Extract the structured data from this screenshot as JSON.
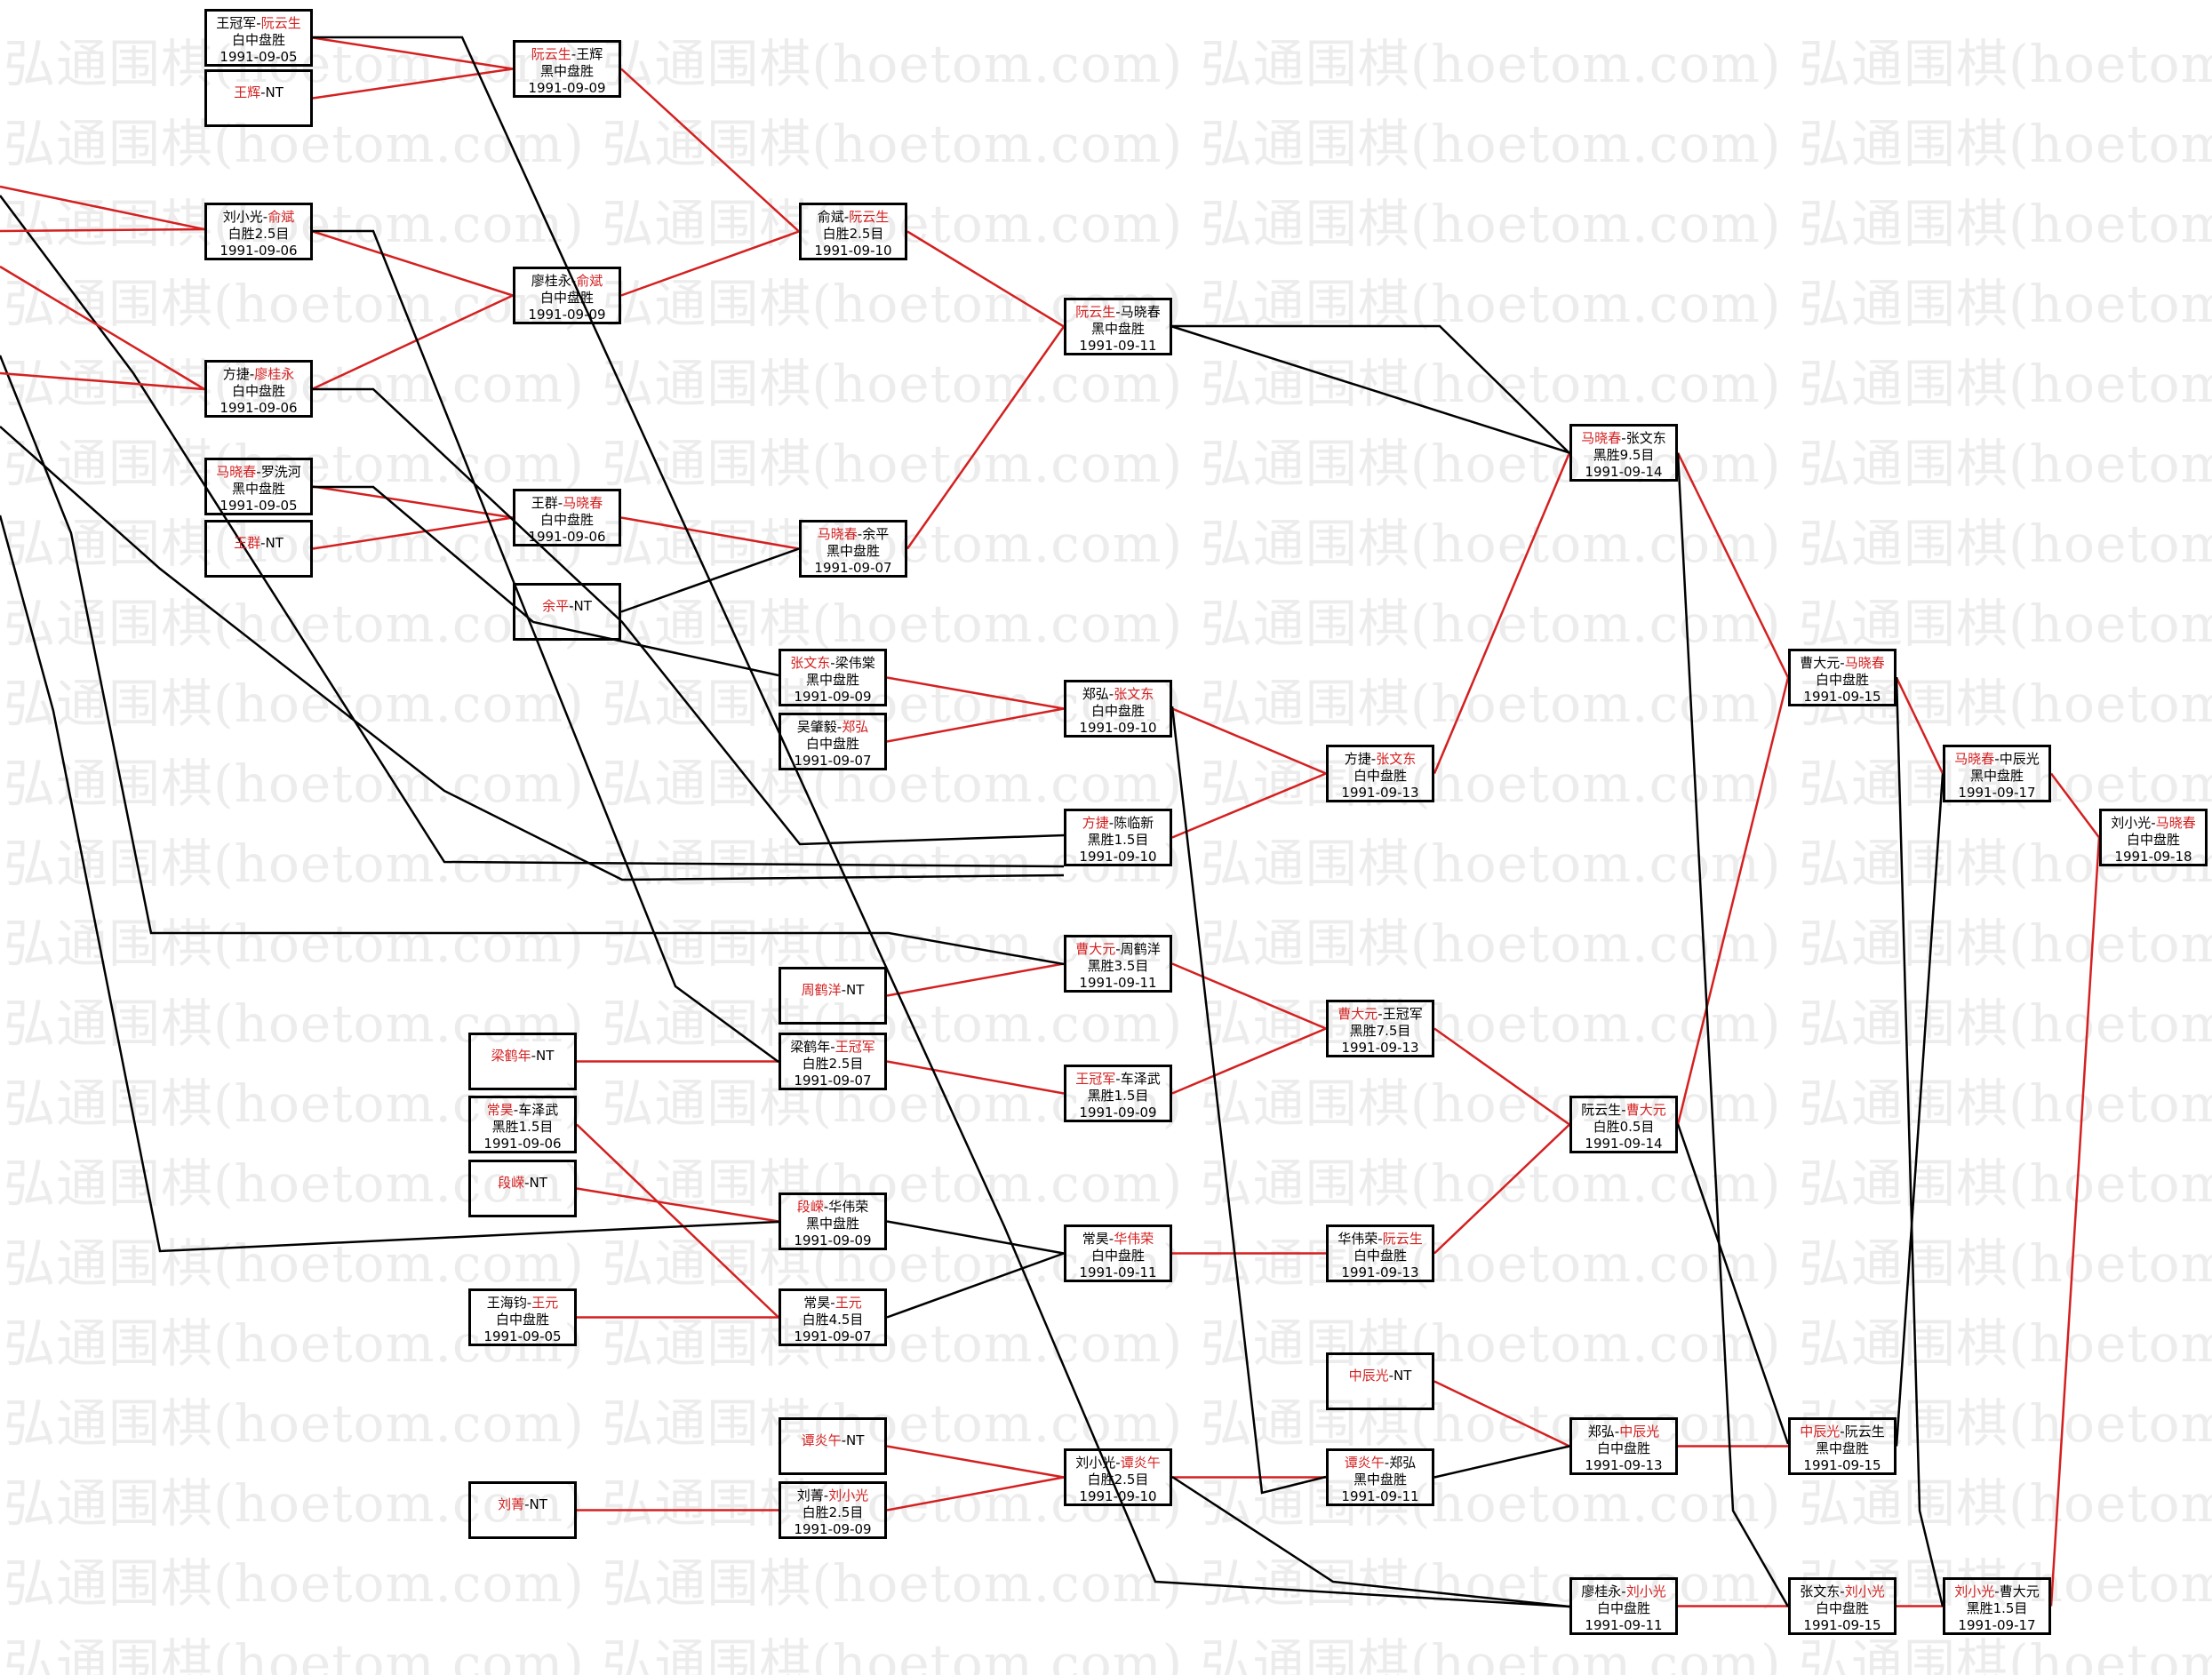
{
  "watermark": "弘通围棋(hoetom.com) 弘通围棋(hoetom.com) 弘通围棋(hoetom.com) 弘通围棋(hoetom.com)",
  "colors": {
    "winner": "#d42020",
    "loser": "#000000",
    "win_line": "#d42020",
    "lose_line": "#000000"
  },
  "games": [
    {
      "id": "g1",
      "p1": "王冠军",
      "p2": "阮云生",
      "w": 2,
      "res": "白中盘胜",
      "date": "1991-09-05"
    },
    {
      "id": "g2",
      "p1": "王辉",
      "p2": "-NT",
      "w": 1,
      "res": "",
      "date": ""
    },
    {
      "id": "g3",
      "p1": "阮云生",
      "p2": "王辉",
      "w": 1,
      "res": "黑中盘胜",
      "date": "1991-09-09"
    },
    {
      "id": "g4",
      "p1": "刘小光",
      "p2": "俞斌",
      "w": 2,
      "res": "白胜2.5目",
      "date": "1991-09-06"
    },
    {
      "id": "g5",
      "p1": "俞斌",
      "p2": "阮云生",
      "w": 2,
      "res": "白胜2.5目",
      "date": "1991-09-10"
    },
    {
      "id": "g6",
      "p1": "廖桂永",
      "p2": "俞斌",
      "w": 2,
      "res": "白中盘胜",
      "date": "1991-09-09"
    },
    {
      "id": "g7",
      "p1": "方捷",
      "p2": "廖桂永",
      "w": 2,
      "res": "白中盘胜",
      "date": "1991-09-06"
    },
    {
      "id": "g8",
      "p1": "阮云生",
      "p2": "马晓春",
      "w": 1,
      "res": "黑中盘胜",
      "date": "1991-09-11"
    },
    {
      "id": "g9",
      "p1": "马晓春",
      "p2": "罗洗河",
      "w": 1,
      "res": "黑中盘胜",
      "date": "1991-09-05"
    },
    {
      "id": "g10",
      "p1": "王群",
      "p2": "-NT",
      "w": 1,
      "res": "",
      "date": ""
    },
    {
      "id": "g11",
      "p1": "王群",
      "p2": "马晓春",
      "w": 2,
      "res": "白中盘胜",
      "date": "1991-09-06"
    },
    {
      "id": "g12",
      "p1": "马晓春",
      "p2": "余平",
      "w": 1,
      "res": "黑中盘胜",
      "date": "1991-09-07"
    },
    {
      "id": "g13",
      "p1": "余平",
      "p2": "-NT",
      "w": 1,
      "res": "",
      "date": ""
    },
    {
      "id": "g14",
      "p1": "马晓春",
      "p2": "张文东",
      "w": 1,
      "res": "黑胜9.5目",
      "date": "1991-09-14"
    },
    {
      "id": "g15",
      "p1": "张文东",
      "p2": "梁伟棠",
      "w": 1,
      "res": "黑中盘胜",
      "date": "1991-09-09"
    },
    {
      "id": "g16",
      "p1": "吴肇毅",
      "p2": "郑弘",
      "w": 2,
      "res": "白中盘胜",
      "date": "1991-09-07"
    },
    {
      "id": "g17",
      "p1": "郑弘",
      "p2": "张文东",
      "w": 2,
      "res": "白中盘胜",
      "date": "1991-09-10"
    },
    {
      "id": "g18",
      "p1": "方捷",
      "p2": "张文东",
      "w": 2,
      "res": "白中盘胜",
      "date": "1991-09-13"
    },
    {
      "id": "g19",
      "p1": "方捷",
      "p2": "陈临新",
      "w": 1,
      "res": "黑胜1.5目",
      "date": "1991-09-10"
    },
    {
      "id": "g20",
      "p1": "曹大元",
      "p2": "马晓春",
      "w": 2,
      "res": "白中盘胜",
      "date": "1991-09-15"
    },
    {
      "id": "g21",
      "p1": "马晓春",
      "p2": "中辰光",
      "w": 1,
      "res": "黑中盘胜",
      "date": "1991-09-17"
    },
    {
      "id": "g22",
      "p1": "刘小光",
      "p2": "马晓春",
      "w": 2,
      "res": "白中盘胜",
      "date": "1991-09-18"
    },
    {
      "id": "g23",
      "p1": "曹大元",
      "p2": "周鹤洋",
      "w": 1,
      "res": "黑胜3.5目",
      "date": "1991-09-11"
    },
    {
      "id": "g24",
      "p1": "周鹤洋",
      "p2": "-NT",
      "w": 1,
      "res": "",
      "date": ""
    },
    {
      "id": "g25",
      "p1": "梁鹤年",
      "p2": "-NT",
      "w": 1,
      "res": "",
      "date": ""
    },
    {
      "id": "g26",
      "p1": "梁鹤年",
      "p2": "王冠军",
      "w": 2,
      "res": "白胜2.5目",
      "date": "1991-09-07"
    },
    {
      "id": "g27",
      "p1": "曹大元",
      "p2": "王冠军",
      "w": 1,
      "res": "黑胜7.5目",
      "date": "1991-09-13"
    },
    {
      "id": "g28",
      "p1": "王冠军",
      "p2": "车泽武",
      "w": 1,
      "res": "黑胜1.5目",
      "date": "1991-09-09"
    },
    {
      "id": "g29",
      "p1": "常昊",
      "p2": "车泽武",
      "w": 1,
      "res": "黑胜1.5目",
      "date": "1991-09-06"
    },
    {
      "id": "g30",
      "p1": "段嵘",
      "p2": "-NT",
      "w": 1,
      "res": "",
      "date": ""
    },
    {
      "id": "g31",
      "p1": "阮云生",
      "p2": "曹大元",
      "w": 2,
      "res": "白胜0.5目",
      "date": "1991-09-14"
    },
    {
      "id": "g32",
      "p1": "段嵘",
      "p2": "华伟荣",
      "w": 1,
      "res": "黑中盘胜",
      "date": "1991-09-09"
    },
    {
      "id": "g33",
      "p1": "常昊",
      "p2": "华伟荣",
      "w": 2,
      "res": "白中盘胜",
      "date": "1991-09-11"
    },
    {
      "id": "g34",
      "p1": "华伟荣",
      "p2": "阮云生",
      "w": 2,
      "res": "白中盘胜",
      "date": "1991-09-13"
    },
    {
      "id": "g35",
      "p1": "王海钧",
      "p2": "王元",
      "w": 2,
      "res": "白中盘胜",
      "date": "1991-09-05"
    },
    {
      "id": "g36",
      "p1": "常昊",
      "p2": "王元",
      "w": 2,
      "res": "白胜4.5目",
      "date": "1991-09-07"
    },
    {
      "id": "g37",
      "p1": "中辰光",
      "p2": "-NT",
      "w": 1,
      "res": "",
      "date": ""
    },
    {
      "id": "g38",
      "p1": "郑弘",
      "p2": "中辰光",
      "w": 2,
      "res": "白中盘胜",
      "date": "1991-09-13"
    },
    {
      "id": "g39",
      "p1": "中辰光",
      "p2": "阮云生",
      "w": 1,
      "res": "黑中盘胜",
      "date": "1991-09-15"
    },
    {
      "id": "g40",
      "p1": "谭炎午",
      "p2": "-NT",
      "w": 1,
      "res": "",
      "date": ""
    },
    {
      "id": "g41",
      "p1": "刘小光",
      "p2": "谭炎午",
      "w": 2,
      "res": "白胜2.5目",
      "date": "1991-09-10"
    },
    {
      "id": "g42",
      "p1": "谭炎午",
      "p2": "郑弘",
      "w": 1,
      "res": "黑中盘胜",
      "date": "1991-09-11"
    },
    {
      "id": "g43",
      "p1": "刘菁",
      "p2": "-NT",
      "w": 1,
      "res": "",
      "date": ""
    },
    {
      "id": "g44",
      "p1": "刘菁",
      "p2": "刘小光",
      "w": 2,
      "res": "白胜2.5目",
      "date": "1991-09-09"
    },
    {
      "id": "g45",
      "p1": "廖桂永",
      "p2": "刘小光",
      "w": 2,
      "res": "白中盘胜",
      "date": "1991-09-11"
    },
    {
      "id": "g46",
      "p1": "张文东",
      "p2": "刘小光",
      "w": 2,
      "res": "白中盘胜",
      "date": "1991-09-15"
    },
    {
      "id": "g47",
      "p1": "刘小光",
      "p2": "曹大元",
      "w": 1,
      "res": "黑胜1.5目",
      "date": "1991-09-17"
    }
  ]
}
